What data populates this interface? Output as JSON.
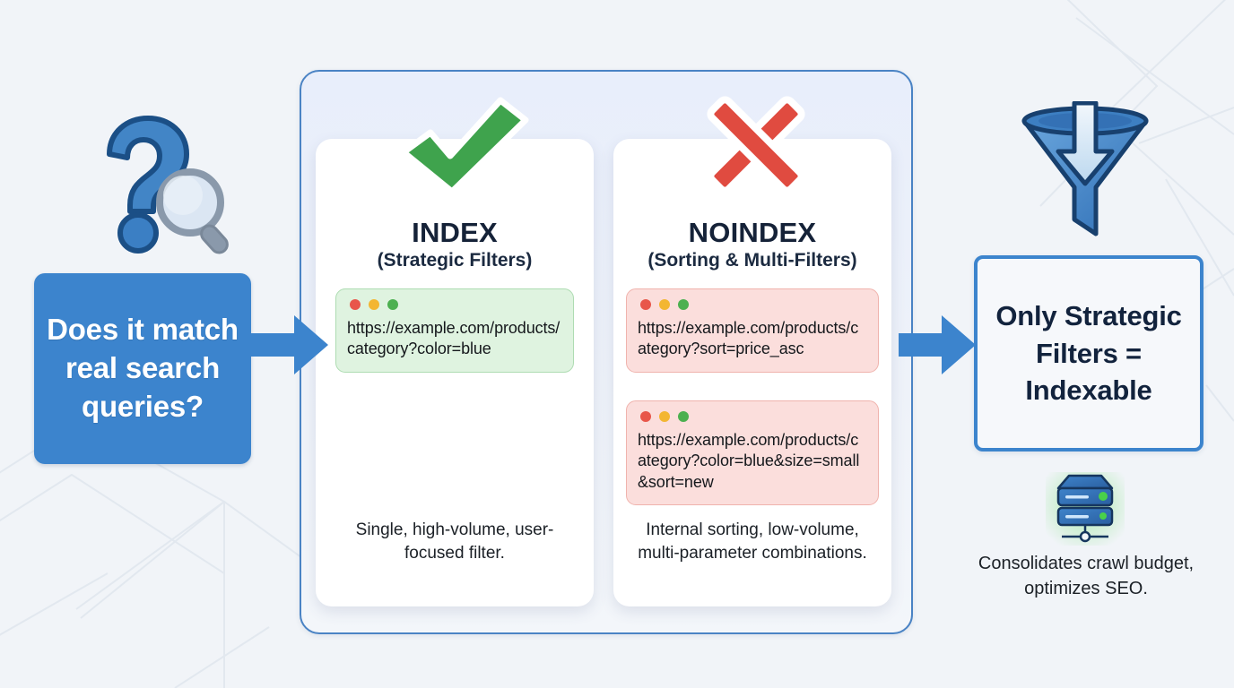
{
  "colors": {
    "page_bg": "#f1f4f8",
    "accent_blue": "#3c84cd",
    "panel_border": "#4a83c4",
    "panel_bg": "#e8eefb",
    "dark_navy": "#12233d",
    "green": "#3fa34d",
    "red": "#e04b40",
    "green_box_bg": "#dff3e0",
    "red_box_bg": "#fbdedc"
  },
  "left": {
    "icon": "question-mark-magnifier-icon",
    "question": "Does it match real search queries?"
  },
  "arrows": {
    "first": "arrow-right-icon",
    "second": "arrow-right-icon"
  },
  "center": {
    "cards": [
      {
        "badge": "green-check-icon",
        "title": "INDEX",
        "subtitle": "(Strategic Filters)",
        "urls": [
          {
            "dots": [
              "red",
              "yellow",
              "green"
            ],
            "url": "https://example.com/products/category?color=blue"
          }
        ],
        "description": "Single, high-volume, user-focused filter."
      },
      {
        "badge": "red-cross-icon",
        "title": "NOINDEX",
        "subtitle": "(Sorting & Multi-Filters)",
        "urls": [
          {
            "dots": [
              "red",
              "yellow",
              "green"
            ],
            "url": "https://example.com/products/category?sort=price_asc"
          },
          {
            "dots": [
              "red",
              "yellow",
              "green"
            ],
            "url": "https://example.com/products/category?color=blue&size=small&sort=new"
          }
        ],
        "description": "Internal sorting, low-volume, multi-parameter combinations."
      }
    ]
  },
  "right": {
    "funnel_icon": "funnel-filter-icon",
    "result": "Only Strategic Filters = Indexable",
    "server_icon": "server-rack-icon",
    "caption": "Consolidates crawl budget, optimizes SEO."
  }
}
